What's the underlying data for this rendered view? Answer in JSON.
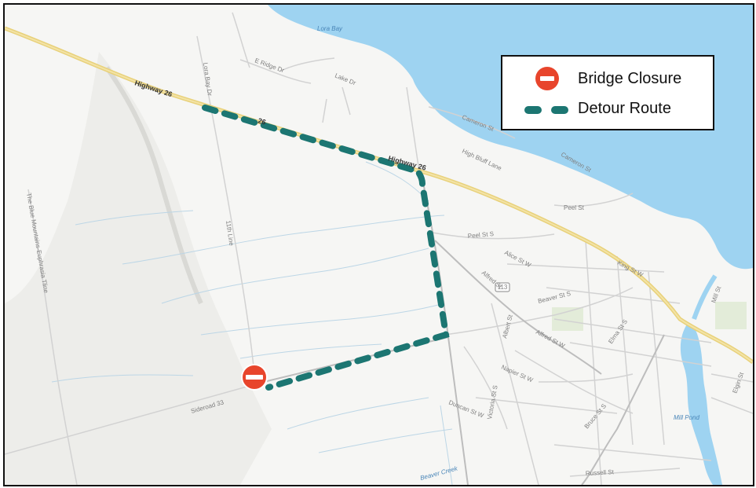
{
  "legend": {
    "items": [
      {
        "label": "Bridge Closure",
        "icon": "no-entry-icon",
        "color": "#e8452c"
      },
      {
        "label": "Detour Route",
        "icon": "dashed-line-icon",
        "color": "#1c7672"
      }
    ]
  },
  "map_labels": {
    "lora_bay": "Lora Bay",
    "highway_26_west": "Highway 26",
    "highway_26_mid": "26",
    "highway_26_east": "Highway 26",
    "e_ridge_dr": "E Ridge Dr",
    "lake_dr": "Lake Dr",
    "lora_bay_dr": "Lora Bay Dr",
    "cameron_st_1": "Cameron St",
    "cameron_st_2": "Cameron St",
    "high_bluff_lane": "High Bluff Lane",
    "peel_st": "Peel St",
    "peel_st_s": "Peel St S",
    "alice_st_w": "Alice St W",
    "alfred_st": "Alfred St",
    "alfred_st_w": "Alfred St W",
    "beaver_st_s": "Beaver St S",
    "king_st_w": "King St W",
    "elma_st_s": "Elma St S",
    "albert_st": "Albert St",
    "napier_st_w": "Napier St W",
    "victoria_st_s": "Victoria St S",
    "duncan_st_w": "Duncan St W",
    "bruce_st_s": "Bruce St S",
    "russell_st": "Russell St",
    "mill_st": "Mill St",
    "elgin_st": "Elgin St",
    "mill_pond": "Mill Pond",
    "beaver_creek": "Beaver Creek",
    "sideroad_33": "Sideroad 33",
    "eleventh_line": "11th Line",
    "blue_mountains_line": "The Blue Mountains-Euphrasia Tline",
    "road_113": "113"
  }
}
